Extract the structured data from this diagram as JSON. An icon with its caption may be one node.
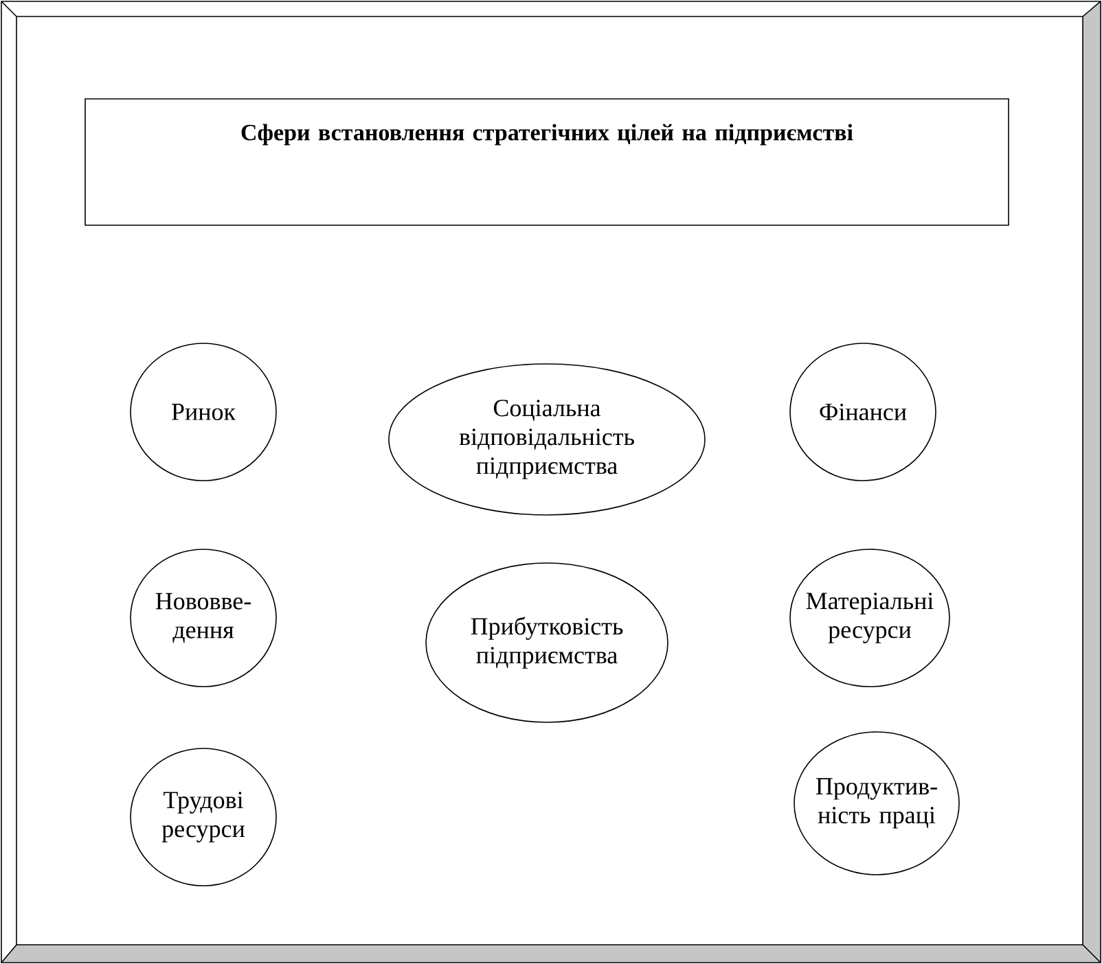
{
  "diagram": {
    "nodes": [
      {
        "text": [
          "Сфери встановлення стратегічних цілей на підприємстві"
        ]
      },
      {
        "text": [
          "Ринок"
        ]
      },
      {
        "text": [
          "Соціальна відповідальність підприємства"
        ]
      },
      {
        "text": [
          "Фінанси"
        ]
      },
      {
        "text": [
          "Нововве-дення"
        ]
      },
      {
        "text": [
          "Прибутковість підприємства"
        ]
      },
      {
        "text": [
          "Матеріальні ресурси"
        ]
      },
      {
        "text": [
          "Трудові ресурси"
        ]
      },
      {
        "text": [
          "Продуктив-ність праці"
        ]
      }
    ]
  }
}
